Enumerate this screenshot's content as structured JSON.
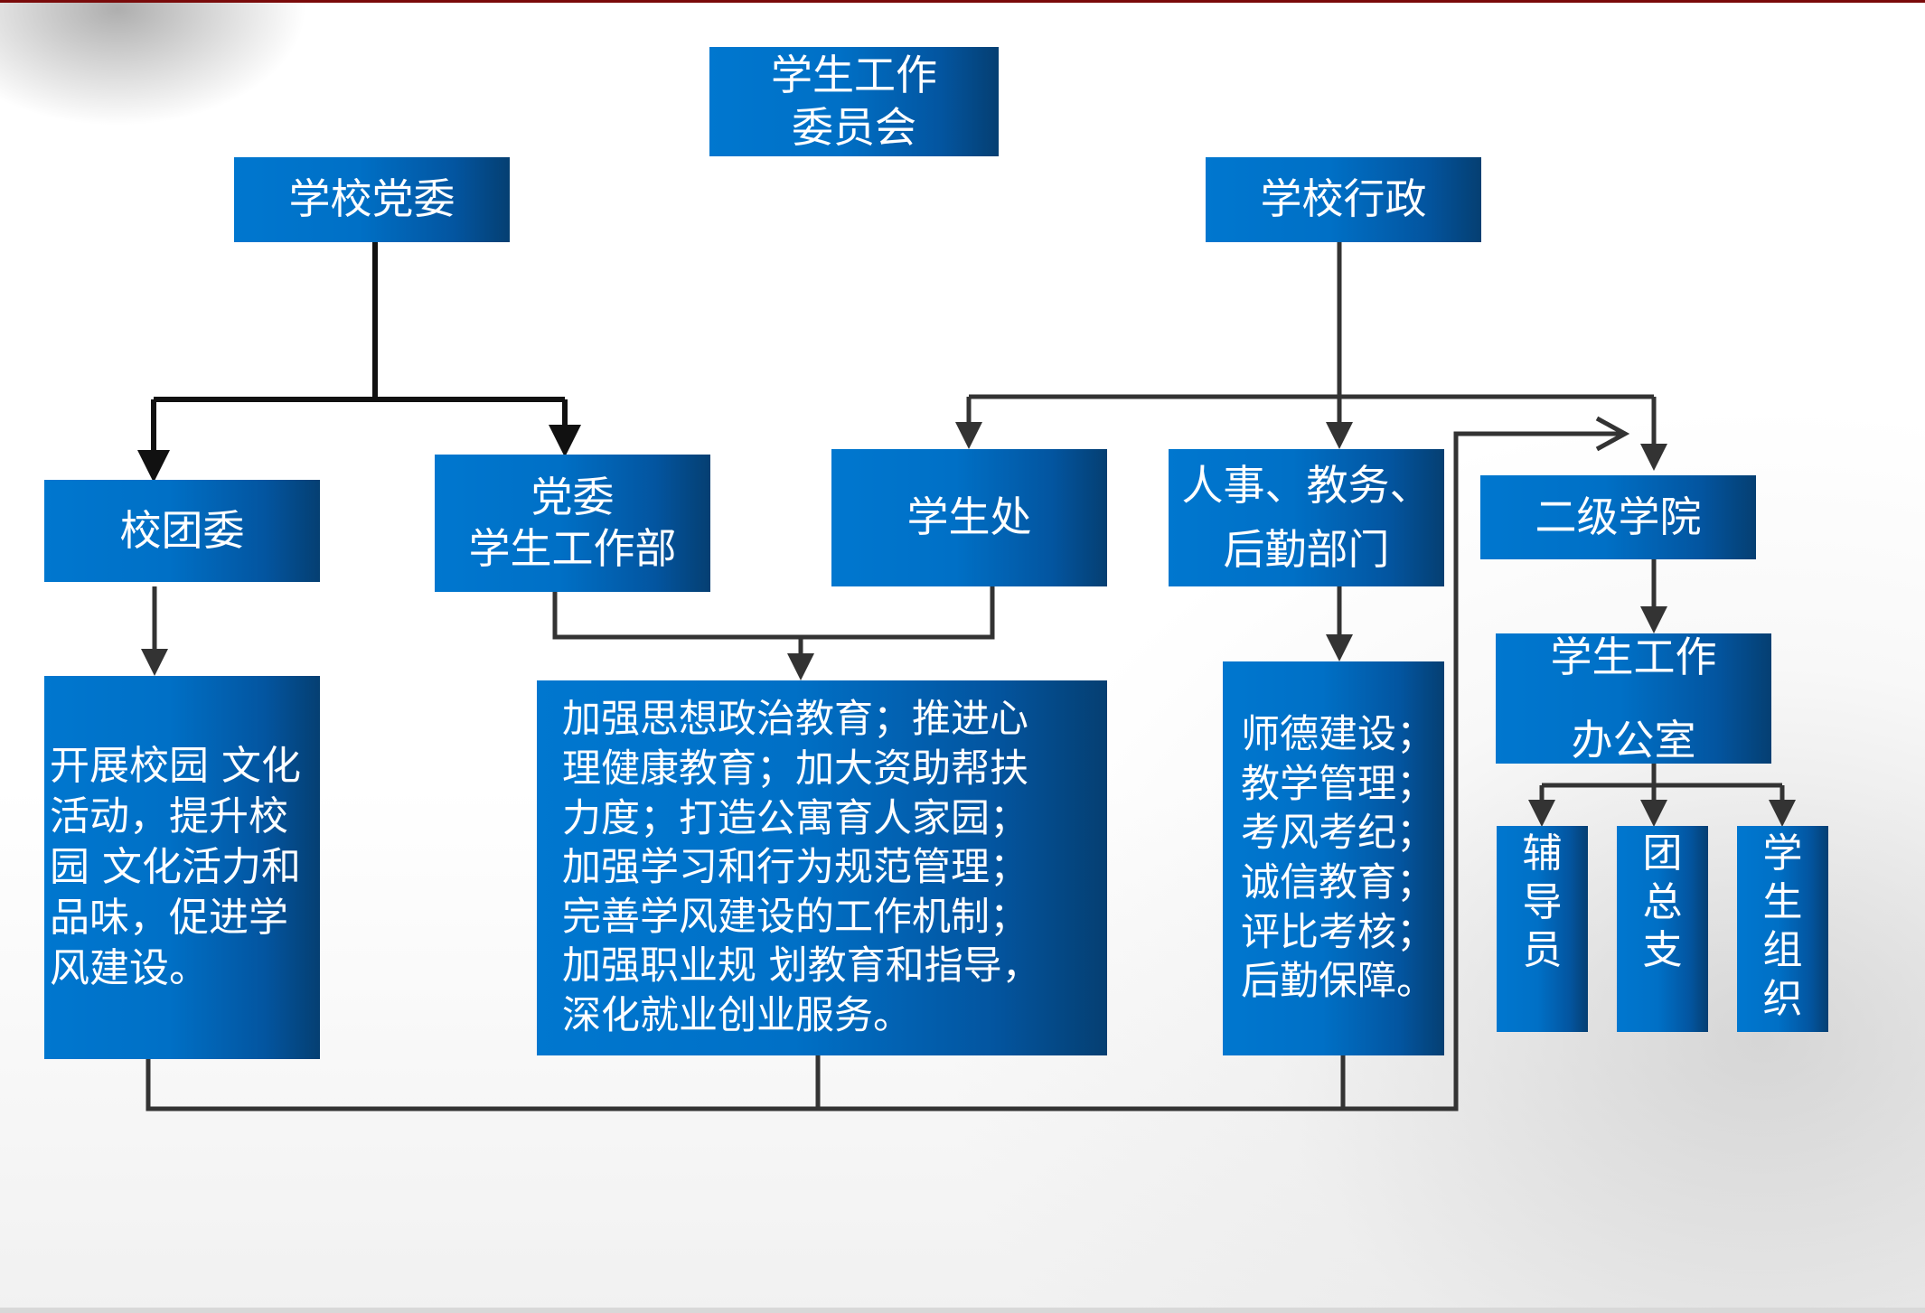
{
  "nodes": {
    "committee": "学生工作\n委员会",
    "party": "学校党委",
    "admin": "学校行政",
    "youth_league": "校团委",
    "party_student_dept": "党委\n学生工作部",
    "student_affairs": "学生处",
    "hr_depts": "人事、教务、\n后勤部门",
    "college": "二级学院",
    "league_desc": "开展校园 文化\n活动，提升校\n园 文化活力和\n品味，促进学\n风建设。",
    "student_work_desc": "加强思想政治教育；推进心\n理健康教育；加大资助帮扶\n力度；打造公寓育人家园；\n加强学习和行为规范管理；\n完善学风建设的工作机制；\n加强职业规 划教育和指导，\n深化就业创业服务。",
    "hr_desc": "师德建设；\n教学管理；\n考风考纪；\n诚信教育；\n评比考核；\n后勤保障。",
    "college_office": "学生工作\n\n办公室",
    "counselor": "辅\n导\n员",
    "league_branch": "团\n总\n支",
    "student_org": "学\n生\n组\n织"
  },
  "colors": {
    "box_start": "#0077cf",
    "box_end": "#053f72",
    "line": "#333333",
    "top_bar": "#7a0a0a"
  }
}
